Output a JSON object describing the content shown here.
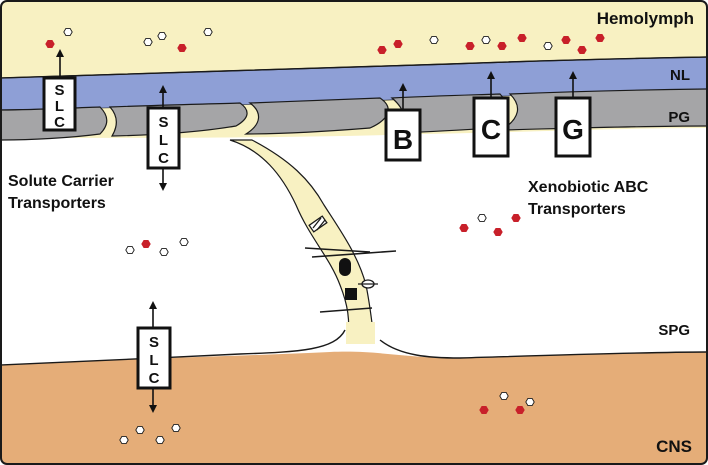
{
  "layers": {
    "hemolymph": {
      "label": "Hemolymph",
      "color": "#f8f1c2"
    },
    "nl": {
      "label": "NL",
      "color": "#8e9fd6"
    },
    "pg": {
      "label": "PG",
      "color": "#a5a5a7"
    },
    "spg": {
      "label": "SPG",
      "color": "#ffffff"
    },
    "cns": {
      "label": "CNS",
      "color": "#e5ad78"
    }
  },
  "slc": {
    "letters": [
      "S",
      "L",
      "C"
    ],
    "caption_line1": "Solute Carrier",
    "caption_line2": "Transporters"
  },
  "abc": {
    "letters": [
      "B",
      "C",
      "G"
    ],
    "caption_line1": "Xenobiotic ABC",
    "caption_line2": "Transporters"
  },
  "colors": {
    "substrate_red": "#c8202a",
    "substrate_white": "#ffffff",
    "outline": "#1a1a1a",
    "processes": "#f8f1c2"
  }
}
